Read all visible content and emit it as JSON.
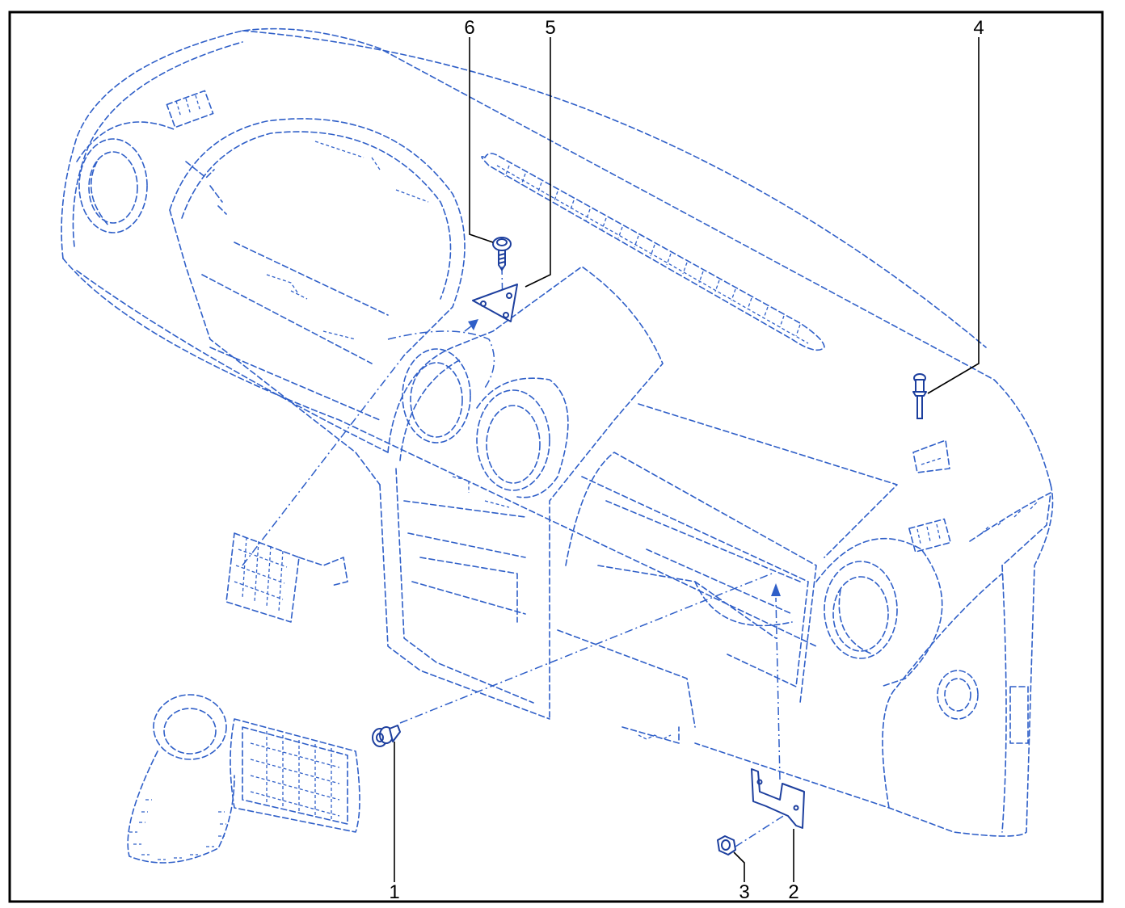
{
  "diagram": {
    "colors": {
      "ghost_lines": "#2f5fc8",
      "parts": "#1d3f9e",
      "labels": "#000000",
      "frame": "#000000",
      "background": "#ffffff"
    },
    "callouts": [
      {
        "id": "1",
        "text": "1",
        "part": "clip"
      },
      {
        "id": "2",
        "text": "2",
        "part": "bracket"
      },
      {
        "id": "3",
        "text": "3",
        "part": "nut"
      },
      {
        "id": "4",
        "text": "4",
        "part": "rivet"
      },
      {
        "id": "5",
        "text": "5",
        "part": "triangular-plate"
      },
      {
        "id": "6",
        "text": "6",
        "part": "screw"
      }
    ]
  }
}
